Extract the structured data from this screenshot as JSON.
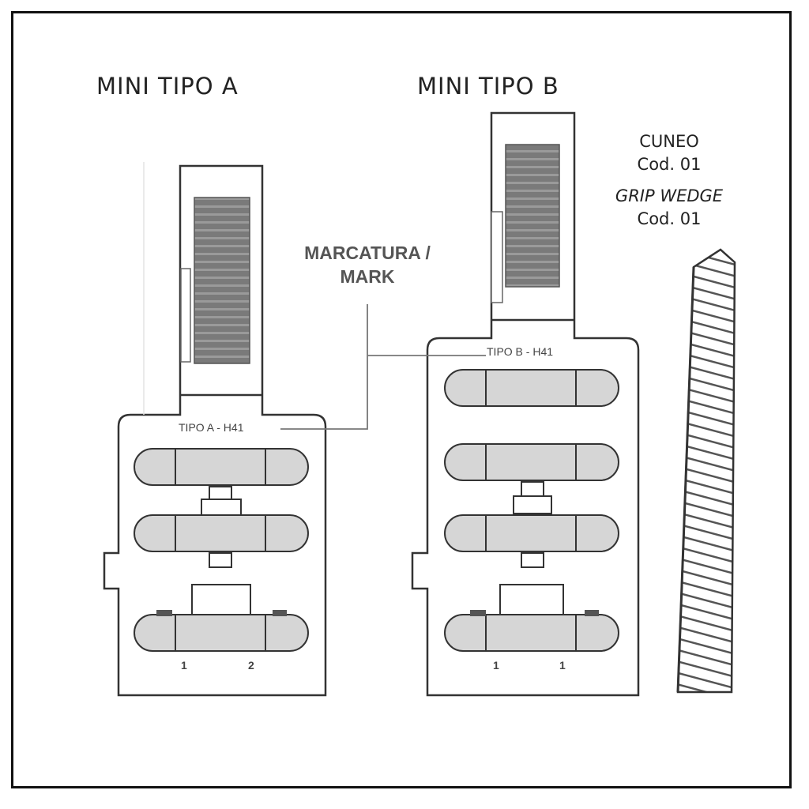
{
  "titles": {
    "type_a": "MINI TIPO A",
    "type_b": "MINI TIPO B"
  },
  "wedge": {
    "name_it": "CUNEO",
    "code_it": "Cod. 01",
    "name_en": "GRIP WEDGE",
    "code_en": "Cod. 01"
  },
  "marking": {
    "line1": "MARCATURA /",
    "line2": "MARK"
  },
  "plate_a": {
    "engraving": "TIPO A - H41",
    "bottom_marks": [
      "1",
      "2"
    ]
  },
  "plate_b": {
    "engraving": "TIPO B - H41",
    "bottom_marks": [
      "1",
      "1"
    ]
  },
  "colors": {
    "line": "#333333",
    "fill_grey": "#d6d6d6",
    "grip_dark": "#6a6a6a"
  }
}
